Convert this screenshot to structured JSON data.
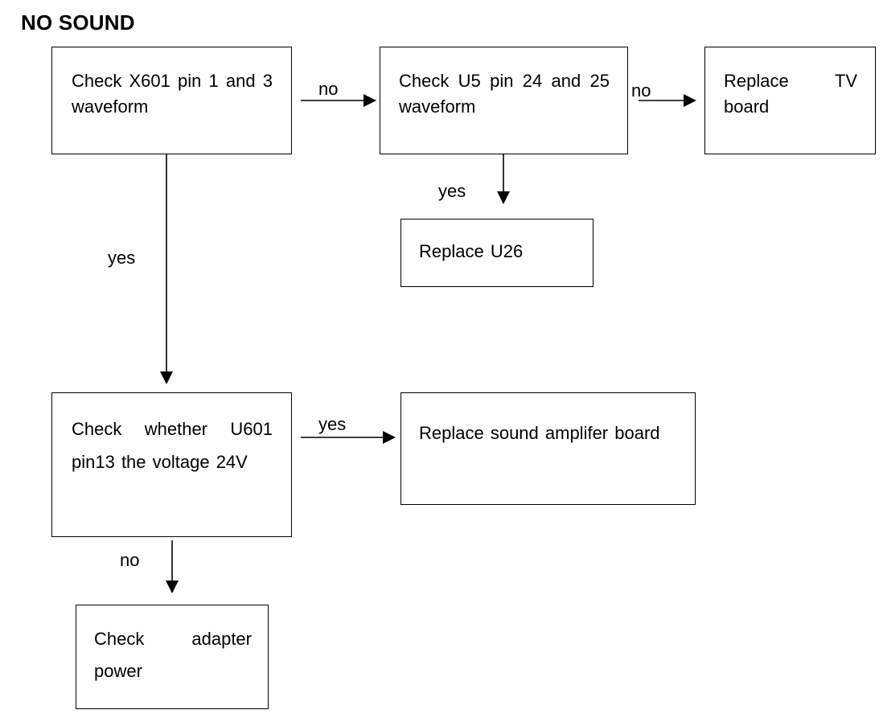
{
  "title": "NO SOUND",
  "nodes": {
    "check_x601": "Check X601 pin 1 and 3 waveform",
    "check_u5": "Check U5 pin 24 and 25 waveform",
    "replace_tv_board": "Replace TV board",
    "replace_u26": "Replace U26",
    "check_u601": "Check whether U601 pin13 the voltage 24V",
    "replace_sound_amp": "Replace sound amplifer board",
    "check_adapter": "Check adapter power"
  },
  "edges": {
    "x601_to_u5": "no",
    "u5_to_tv": "no",
    "u5_to_u26": "yes",
    "x601_to_u601": "yes",
    "u601_to_amp": "yes",
    "u601_to_adapter": "no"
  }
}
